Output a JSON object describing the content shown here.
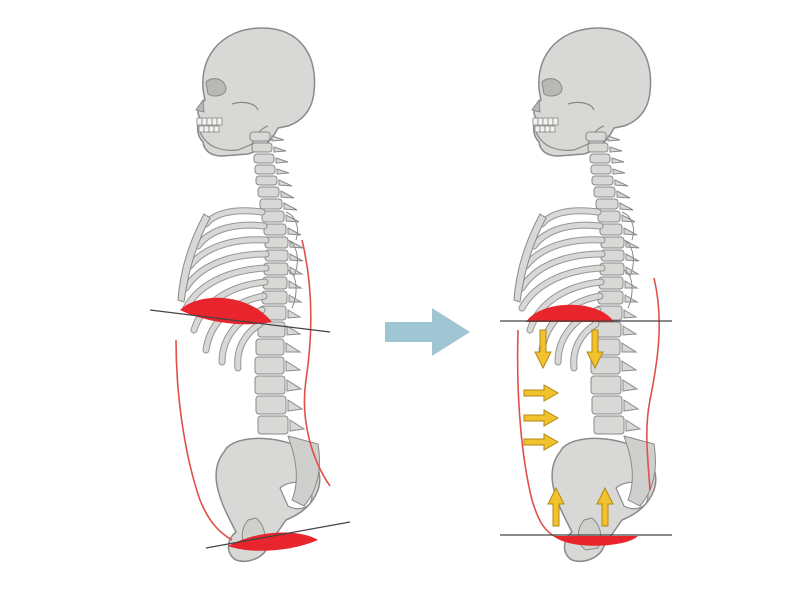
{
  "colors": {
    "background": "#ffffff",
    "bone_fill": "#d8d8d6",
    "bone_stroke": "#8a8a88",
    "diaphragm_red": "#e8242c",
    "outline_red": "#e0504a",
    "axis_line": "#444444",
    "transition_arrow": "#9fc6d2",
    "force_arrow": "#f2c12e",
    "force_arrow_stroke": "#b38a12"
  },
  "panels": [
    {
      "id": "before",
      "state": "tilted-diaphragm-and-pelvic-floor",
      "icons": [
        "skeleton-icon",
        "diaphragm-icon",
        "pelvic-floor-icon"
      ]
    },
    {
      "id": "after",
      "state": "aligned-diaphragm-and-pelvic-floor",
      "icons": [
        "skeleton-icon",
        "diaphragm-icon",
        "pelvic-floor-icon",
        "down-arrow-icon",
        "right-arrow-icon",
        "up-arrow-icon"
      ]
    }
  ],
  "transition": {
    "icon": "right-arrow-icon"
  },
  "pressure_arrows": {
    "down": 2,
    "inward": 3,
    "up": 2
  }
}
